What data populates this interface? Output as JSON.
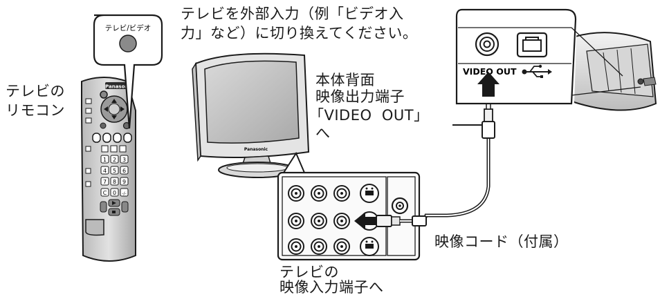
{
  "instruction": {
    "line1": "テレビを外部入力（例「ビデオ入",
    "line2": "力」など）に切り換えてください。"
  },
  "remote_label": {
    "line1": "テレビの",
    "line2": "リモコン"
  },
  "tv_video_button_label": "テレビ/ビデオ",
  "remote_brand": "Panasonic",
  "tv_brand": "Panasonic",
  "remote_number_keys": [
    "1",
    "2",
    "3",
    "4",
    "5",
    "6",
    "7",
    "8",
    "9",
    "C",
    "0",
    "-/-"
  ],
  "back_label": {
    "line1": "本体背面",
    "line2": "映像出力端子",
    "line3": "「VIDEO  OUT」",
    "line4": "へ"
  },
  "camera_port_label": "VIDEO OUT",
  "cable_label": "映像コード（付属）",
  "tv_input_label": {
    "line1": "テレビの",
    "line2": "映像入力端子へ"
  },
  "colors": {
    "line": "#1a1a1a",
    "tv_body": "#e4e4e4",
    "tv_screen": "#bdbdbd",
    "remote_body": "#d2d2d2",
    "camera_body": "#e6e6e6",
    "background": "#ffffff"
  }
}
